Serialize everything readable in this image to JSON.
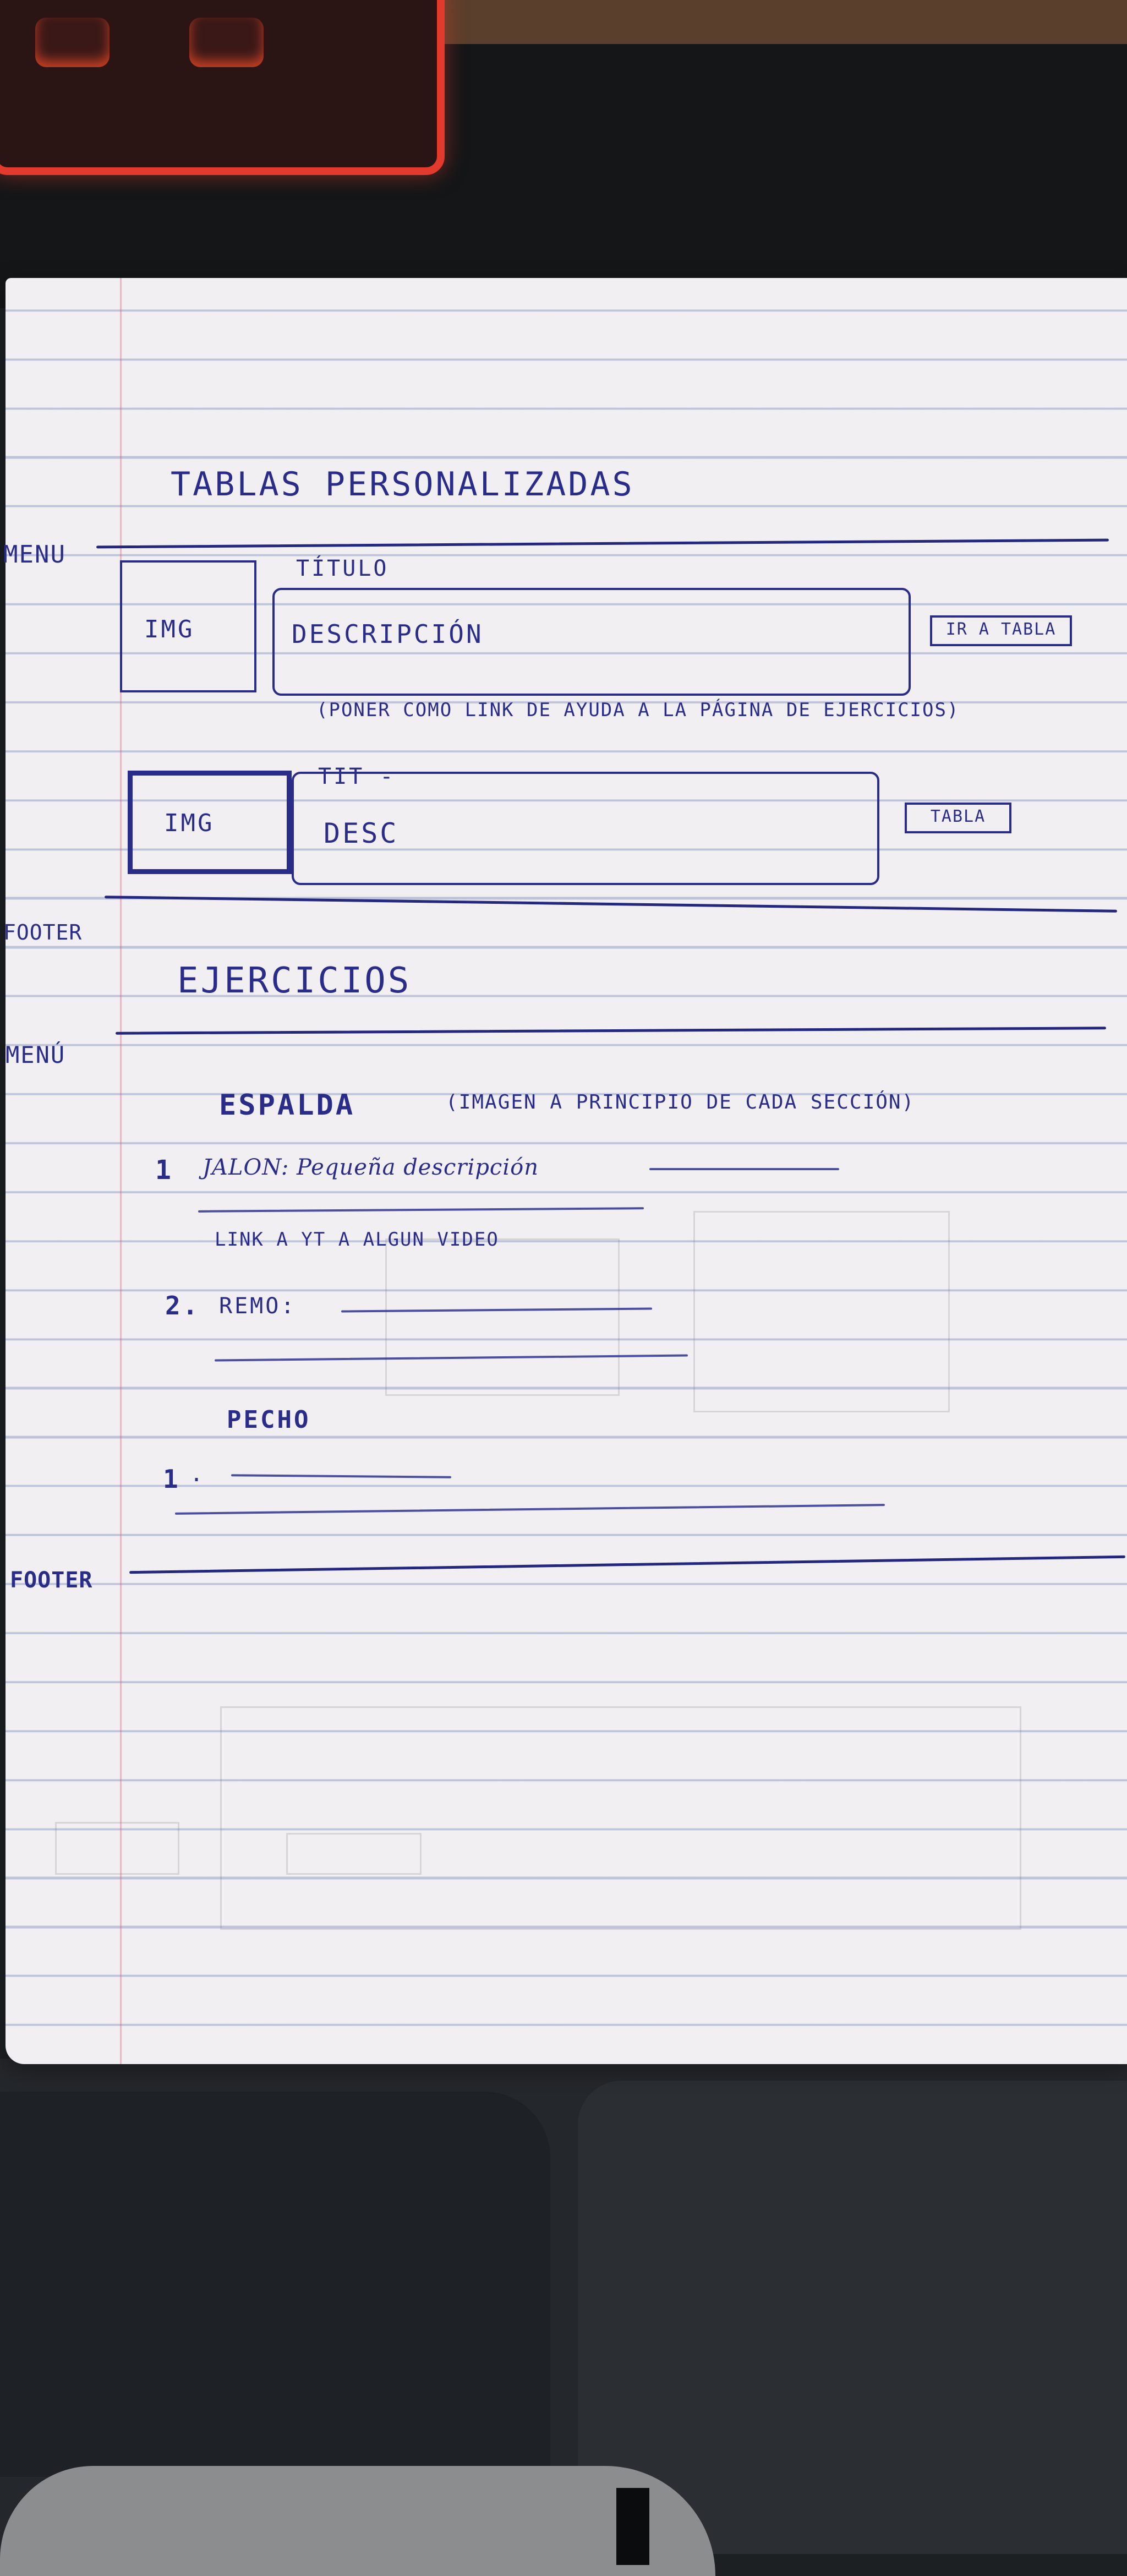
{
  "section1": {
    "title": "TABLAS PERSONALIZADAS",
    "menu_label": "MENU",
    "card1": {
      "image": "IMG",
      "title": "TÍTULO",
      "description": "DESCRIPCIÓN",
      "button": "IR A TABLA"
    },
    "note": "(PONER COMO LINK DE AYUDA A LA PÁGINA DE EJERCICIOS)",
    "card2": {
      "image": "IMG",
      "title": "TIT -",
      "description": "DESC",
      "button": "TABLA"
    },
    "footer_label": "FOOTER"
  },
  "section2": {
    "title": "EJERCICIOS",
    "menu_label": "MENÚ",
    "group1": {
      "heading": "ESPALDA",
      "heading_note": "(IMAGEN A PRINCIPIO DE CADA SECCIÓN)",
      "items": [
        {
          "number": "1",
          "text": "JALON: Pequeña descripción",
          "link": "LINK A YT A ALGUN VIDEO"
        },
        {
          "number": "2.",
          "text": "REMO:"
        }
      ]
    },
    "group2": {
      "heading": "PECHO",
      "items": [
        {
          "number": "1",
          "text": "."
        }
      ]
    },
    "footer_label": "FOOTER"
  }
}
